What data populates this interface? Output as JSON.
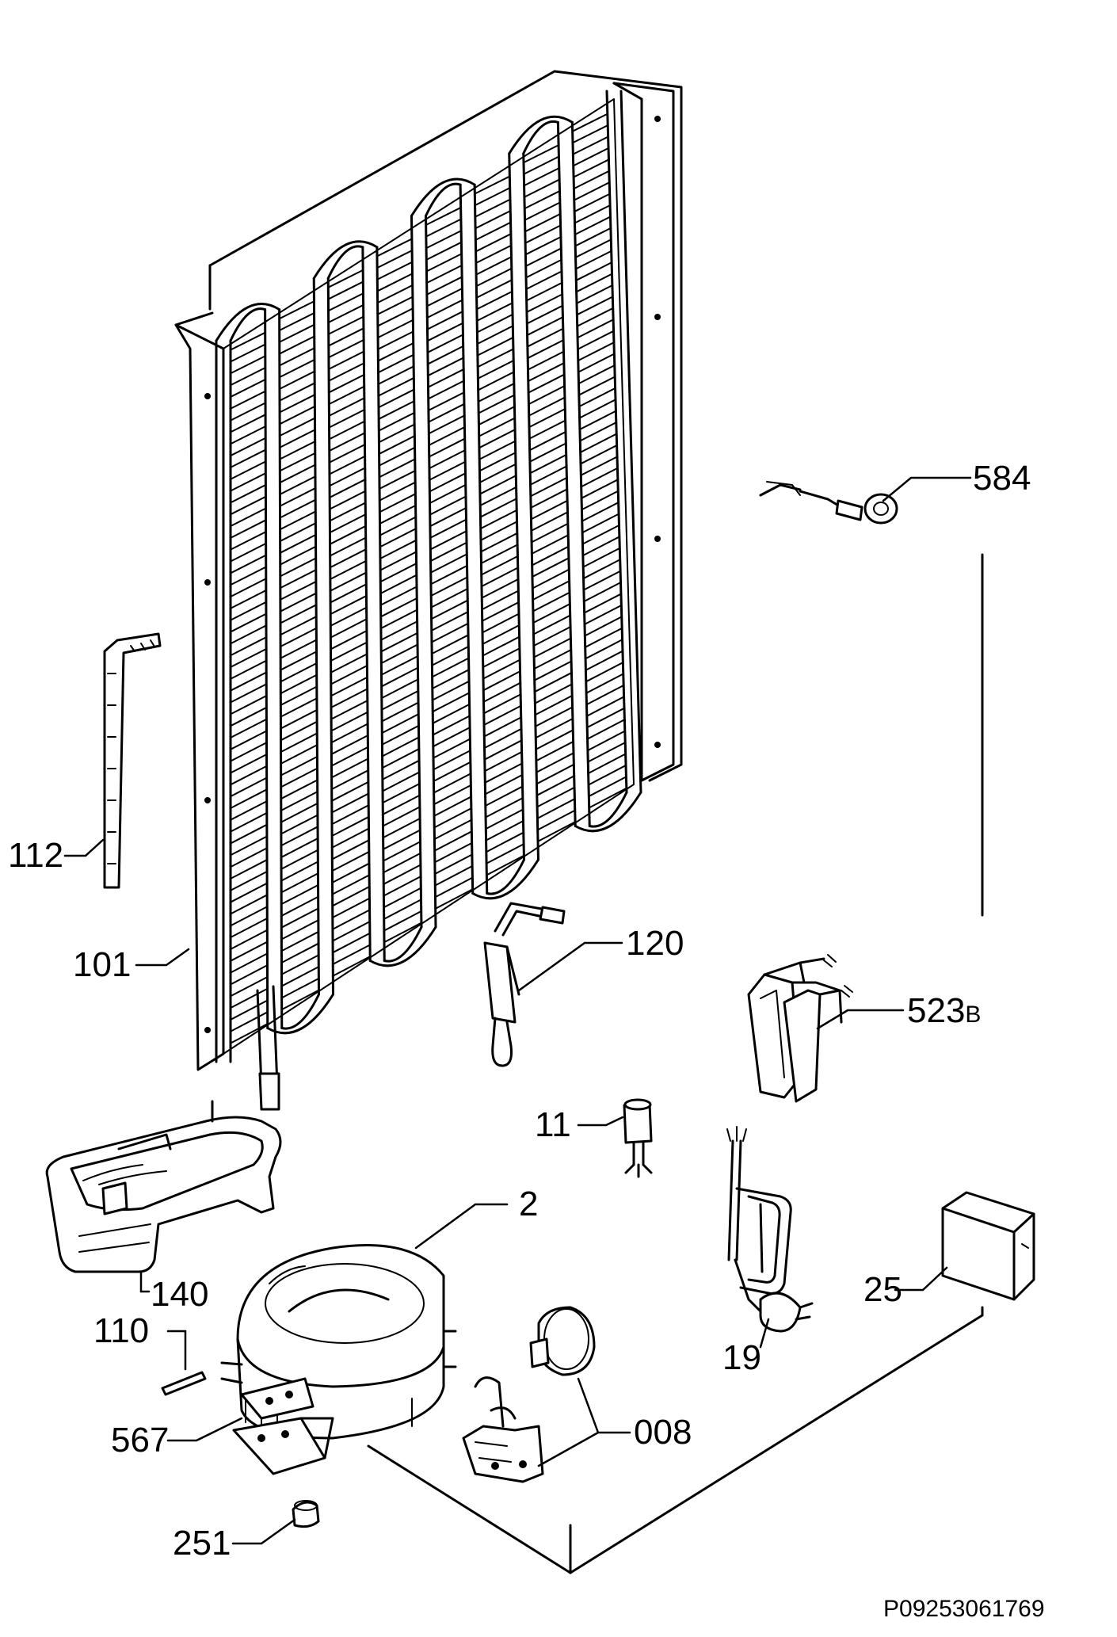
{
  "labels": {
    "p584": "584",
    "p112": "112",
    "p101": "101",
    "p120": "120",
    "p523": "523",
    "p523_suffix": "B",
    "p11": "11",
    "p2": "2",
    "p140": "140",
    "p110": "110",
    "p25": "25",
    "p19": "19",
    "p567": "567",
    "p008": "008",
    "p251": "251"
  },
  "drawing_code": "P09253061769"
}
